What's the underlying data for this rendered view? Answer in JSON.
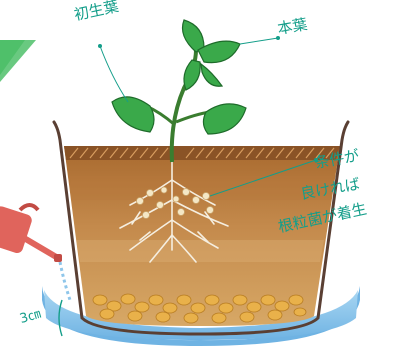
{
  "labels": {
    "cotyledon": "初生葉",
    "true_leaf": "本葉",
    "condition_line1": "条件が",
    "condition_line2": "良ければ",
    "condition_line3": "根粒菌が着生",
    "water_depth": "3㎝"
  },
  "colors": {
    "label_text": "#149e8a",
    "leader_line": "#149e8a",
    "corner_triangle": "#4fbf6a",
    "leaf_green": "#2e8f3c",
    "soil_brown": "#b5773b",
    "water_blue": "#8fc6ea",
    "pot_outline": "#5a3f33",
    "watering_can": "#e0645c"
  },
  "icons": {
    "watering_can": "watering-can-icon"
  }
}
